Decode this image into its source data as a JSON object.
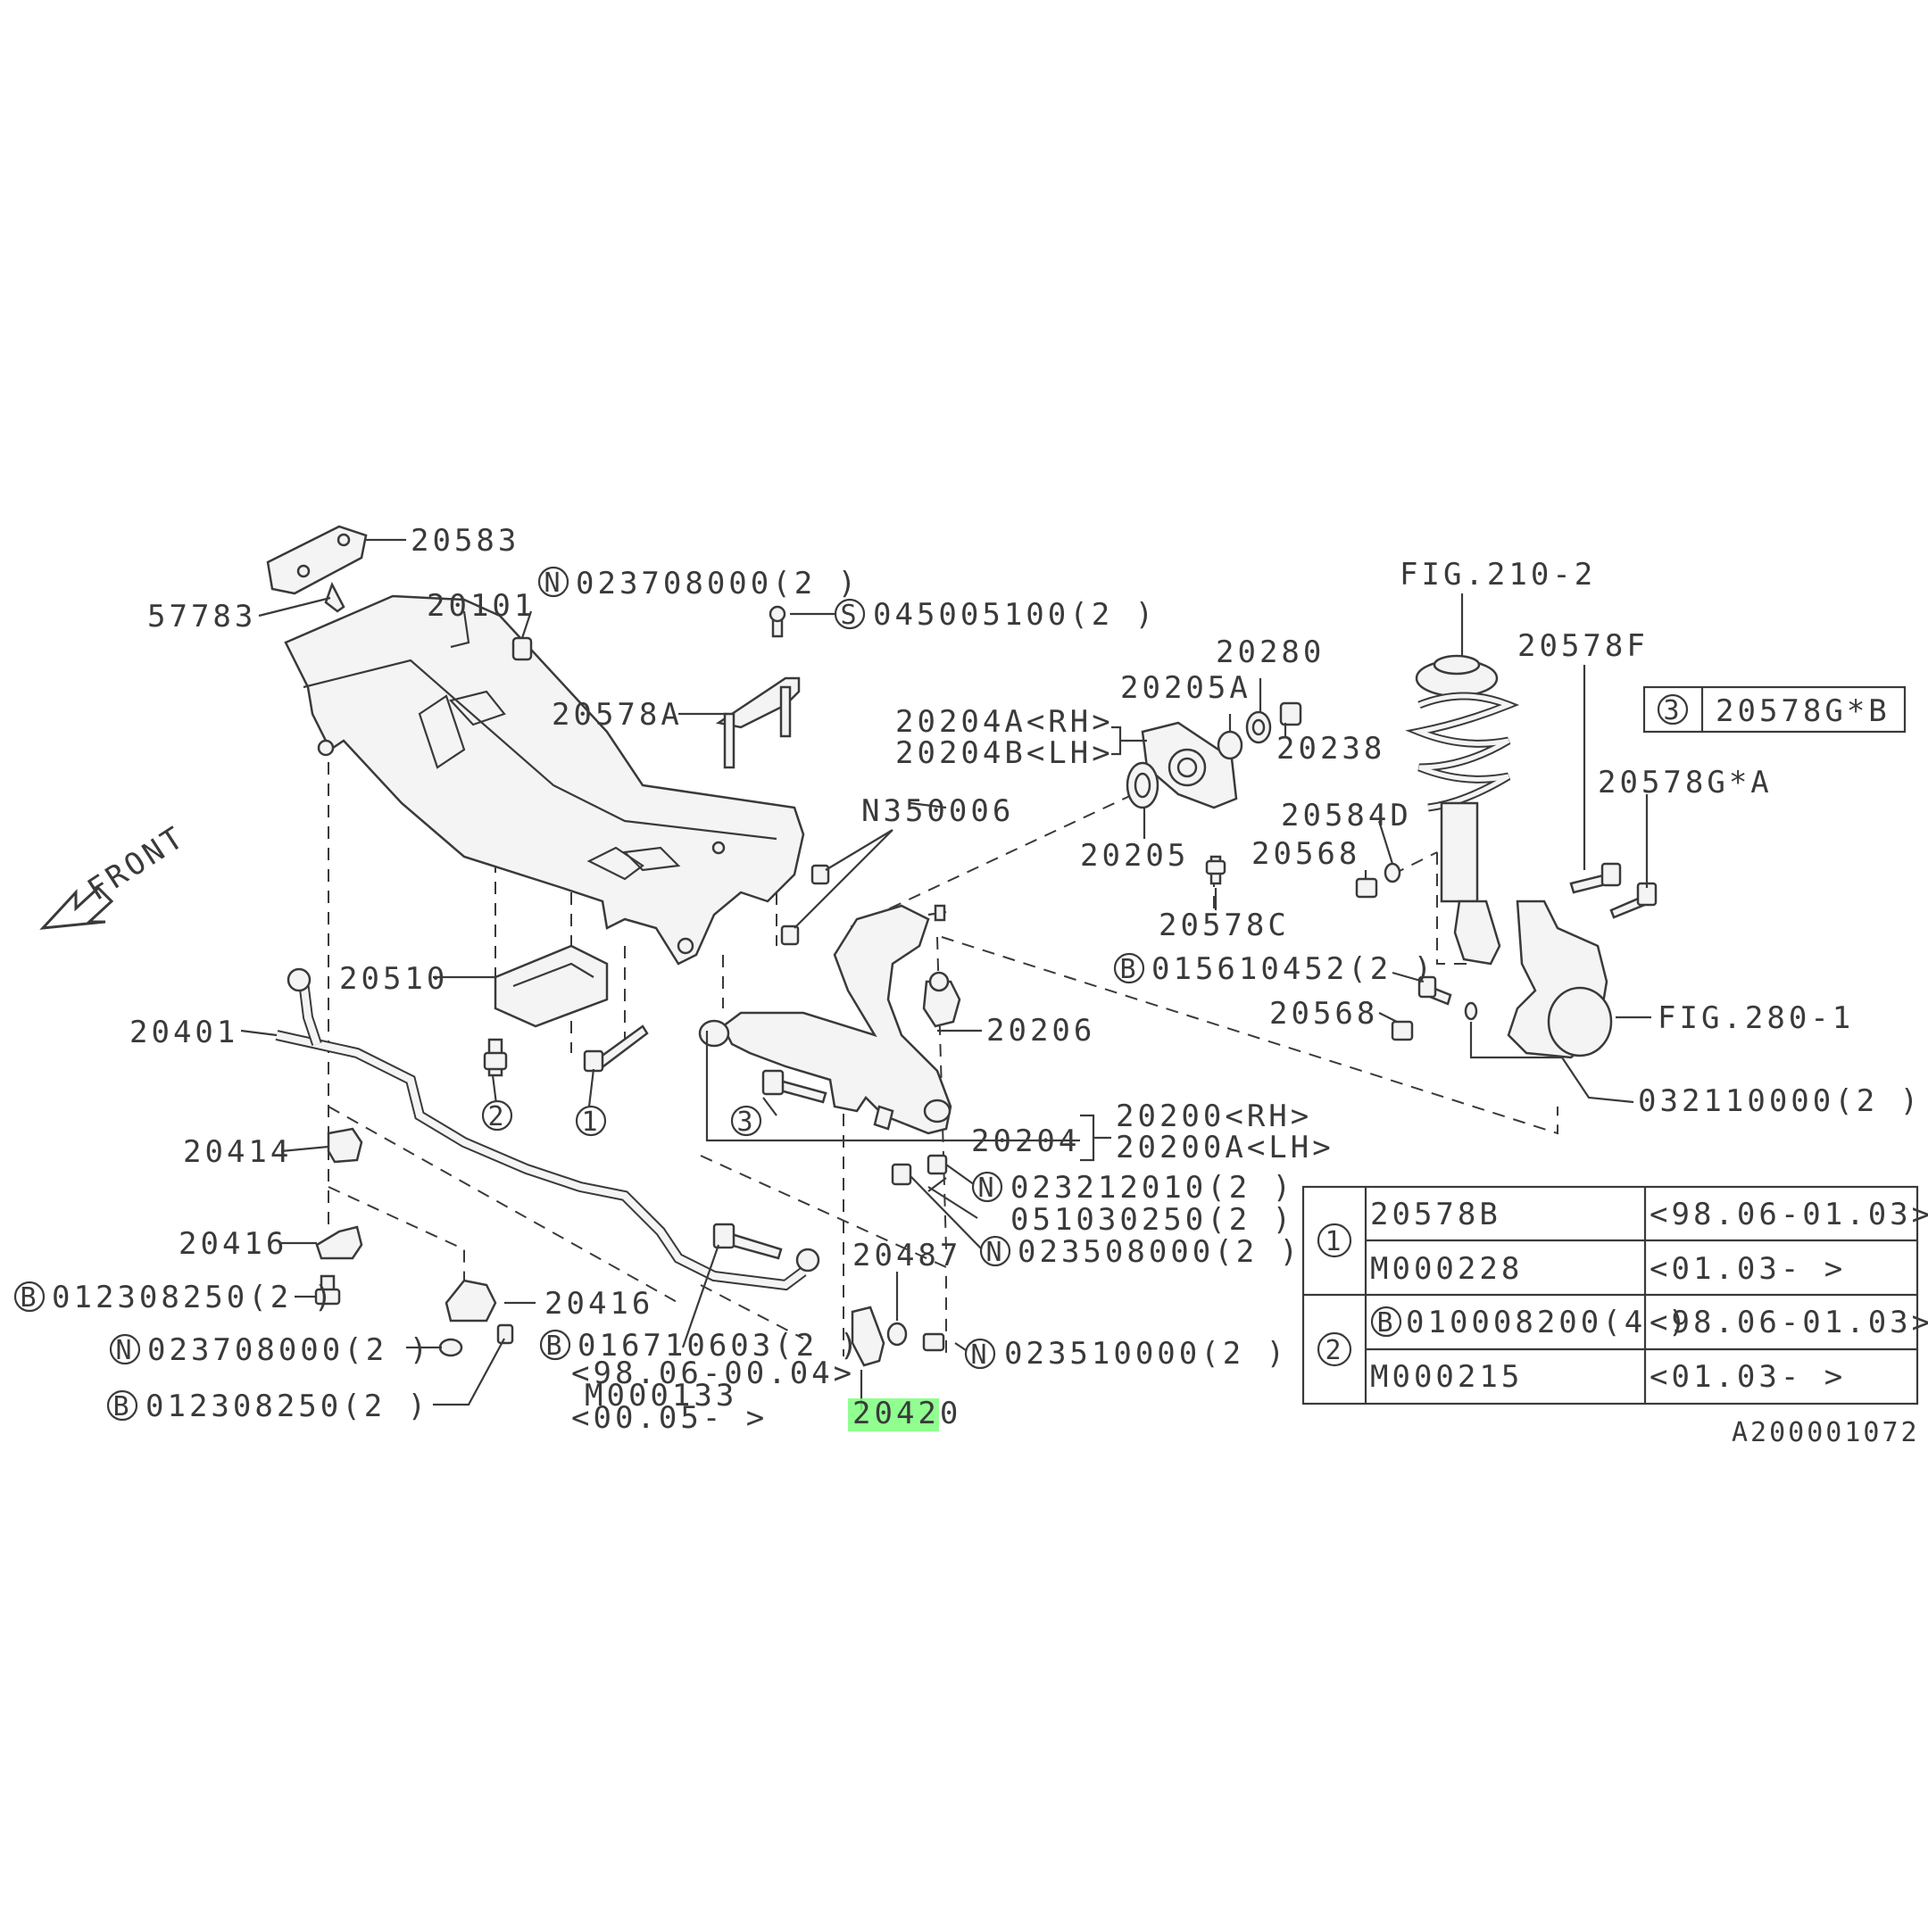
{
  "parts": {
    "p20583": "20583",
    "p57783": "57783",
    "p20101": "20101",
    "n023708000_top": "023708000(2 )",
    "s045005100": "045005100(2 )",
    "p20578A": "20578A",
    "n350006": "N350006",
    "p20510": "20510",
    "p20401": "20401",
    "p20414": "20414",
    "p20416_a": "20416",
    "p20416_b": "20416",
    "b012308250_a": "012308250(2 )",
    "n023708000_bot": "023708000(2 )",
    "b012308250_b": "012308250(2 )",
    "b016710603": "016710603(2 )",
    "date_98_00": "<98.06-00.04>",
    "m000133": "M000133",
    "date_00_05": "<00.05-      >",
    "p20420": "20420",
    "p20487": "20487",
    "n023510000": "023510000(2 )",
    "n023508000": "023508000(2 )",
    "p051030250": "051030250(2 )",
    "n023212010": "023212010(2 )",
    "p20204": "20204",
    "p20200_rh": "20200<RH>",
    "p20200A_lh": "20200A<LH>",
    "p20206": "20206",
    "p20204A_rh": "20204A<RH>",
    "p20204B_lh": "20204B<LH>",
    "p20205A": "20205A",
    "p20280": "20280",
    "p20238": "20238",
    "p20205": "20205",
    "p20578C": "20578C",
    "p20584D": "20584D",
    "p20568_a": "20568",
    "p20568_b": "20568",
    "b015610452": "015610452(2 )",
    "fig210": "FIG.210-2",
    "p20578F": "20578F",
    "p20578GA": "20578G*A",
    "fig280": "FIG.280-1",
    "p032110000": "032110000(2 )",
    "front": "FRONT",
    "drawing_id": "A200001072"
  },
  "markers": {
    "N": "N",
    "S": "S",
    "B": "B",
    "one": "1",
    "two": "2",
    "three": "3"
  },
  "callout3": {
    "marker": "3",
    "part": "20578G*B"
  },
  "table": {
    "rows": [
      {
        "group": "1",
        "part": "20578B",
        "date": "<98.06-01.03>"
      },
      {
        "group": "1",
        "part": "M000228",
        "date": "<01.03-     >"
      },
      {
        "group": "2",
        "prefix": "B",
        "part": "010008200(4 )",
        "date": "<98.06-01.03>"
      },
      {
        "group": "2",
        "part": "M000215",
        "date": "<01.03-     >"
      }
    ]
  },
  "colors": {
    "highlight": "#7dff7d",
    "ink": "#3a3a3a"
  }
}
